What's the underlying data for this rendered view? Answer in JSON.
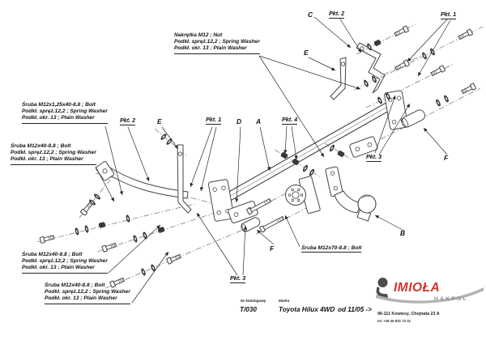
{
  "drawing": {
    "type": "towbar exploded assembly drawing",
    "line_color": "#454545",
    "accent_red": "#cf3428"
  },
  "callouts": {
    "bolt_m12x1_25": {
      "l1": "Śruba M12x1,25x40-8.8 ;  Bolt",
      "l2": "Podkł. spręż.12,2 ; Spring Washer",
      "l3": "Podkł. okr. 13 ; Plain Washer"
    },
    "bolt_m12x40_a": {
      "l1": "Śruba M12x40-8.8 ;  Bolt",
      "l2": "Podkł. spręż.12,2 ; Spring Washer",
      "l3": "Podkł. okr. 13 ; Plain Washer"
    },
    "bolt_m12x40_b": {
      "l1": "Śruba M12x40-8.8 ;  Bolt",
      "l2": "Podkł. spręż.12,2 ; Spring Washer",
      "l3": "Podkł. okr. 13 ; Plain Washer"
    },
    "bolt_m12x40_c": {
      "l1": "Śruba M12x40-8.8 ;  Bolt",
      "l2": "Podkł. spręż.12,2 ; Spring Washer",
      "l3": "Podkł. okr. 13 ; Plain Washer"
    },
    "nut_m12": {
      "l1": "Nakrętka  M12 ; Nut",
      "l2": "Podkł. spręż.12,2 ; Spring Washer",
      "l3": "Podkł. okr. 13 ; Plain Washer"
    },
    "bolt_m12x70": {
      "l1": "Śruba M12x70-8.8 ;  Bolt"
    }
  },
  "labels": {
    "c": "C",
    "pkt2_top": "Pkt. 2",
    "pkt1_top": "Pkt. 1",
    "e_top": "E",
    "pkt2_mid": "Pkt. 2",
    "e_mid": "E",
    "pkt1_mid": "Pkt. 1",
    "d": "D",
    "a": "A",
    "pkt4": "Pkt. 4",
    "pkt3_right": "Pkt. 3",
    "f_right": "F",
    "f_bottom": "F",
    "pkt3_bottom": "Pkt. 3",
    "b": "B"
  },
  "footer": {
    "catalog_label": "Nr katalogowy",
    "catalog_value": "T/030",
    "brand_label": "Marka",
    "brand_value": "Toyota Hilux 4WD",
    "date_range": "od 11/05 ->",
    "logo_name": "IMIOŁA",
    "logo_sub": "HAKPOL",
    "address": "96-111 Kowiesy, Chojnata 23 A",
    "phone": "tel. +48 46 831 73 31"
  }
}
